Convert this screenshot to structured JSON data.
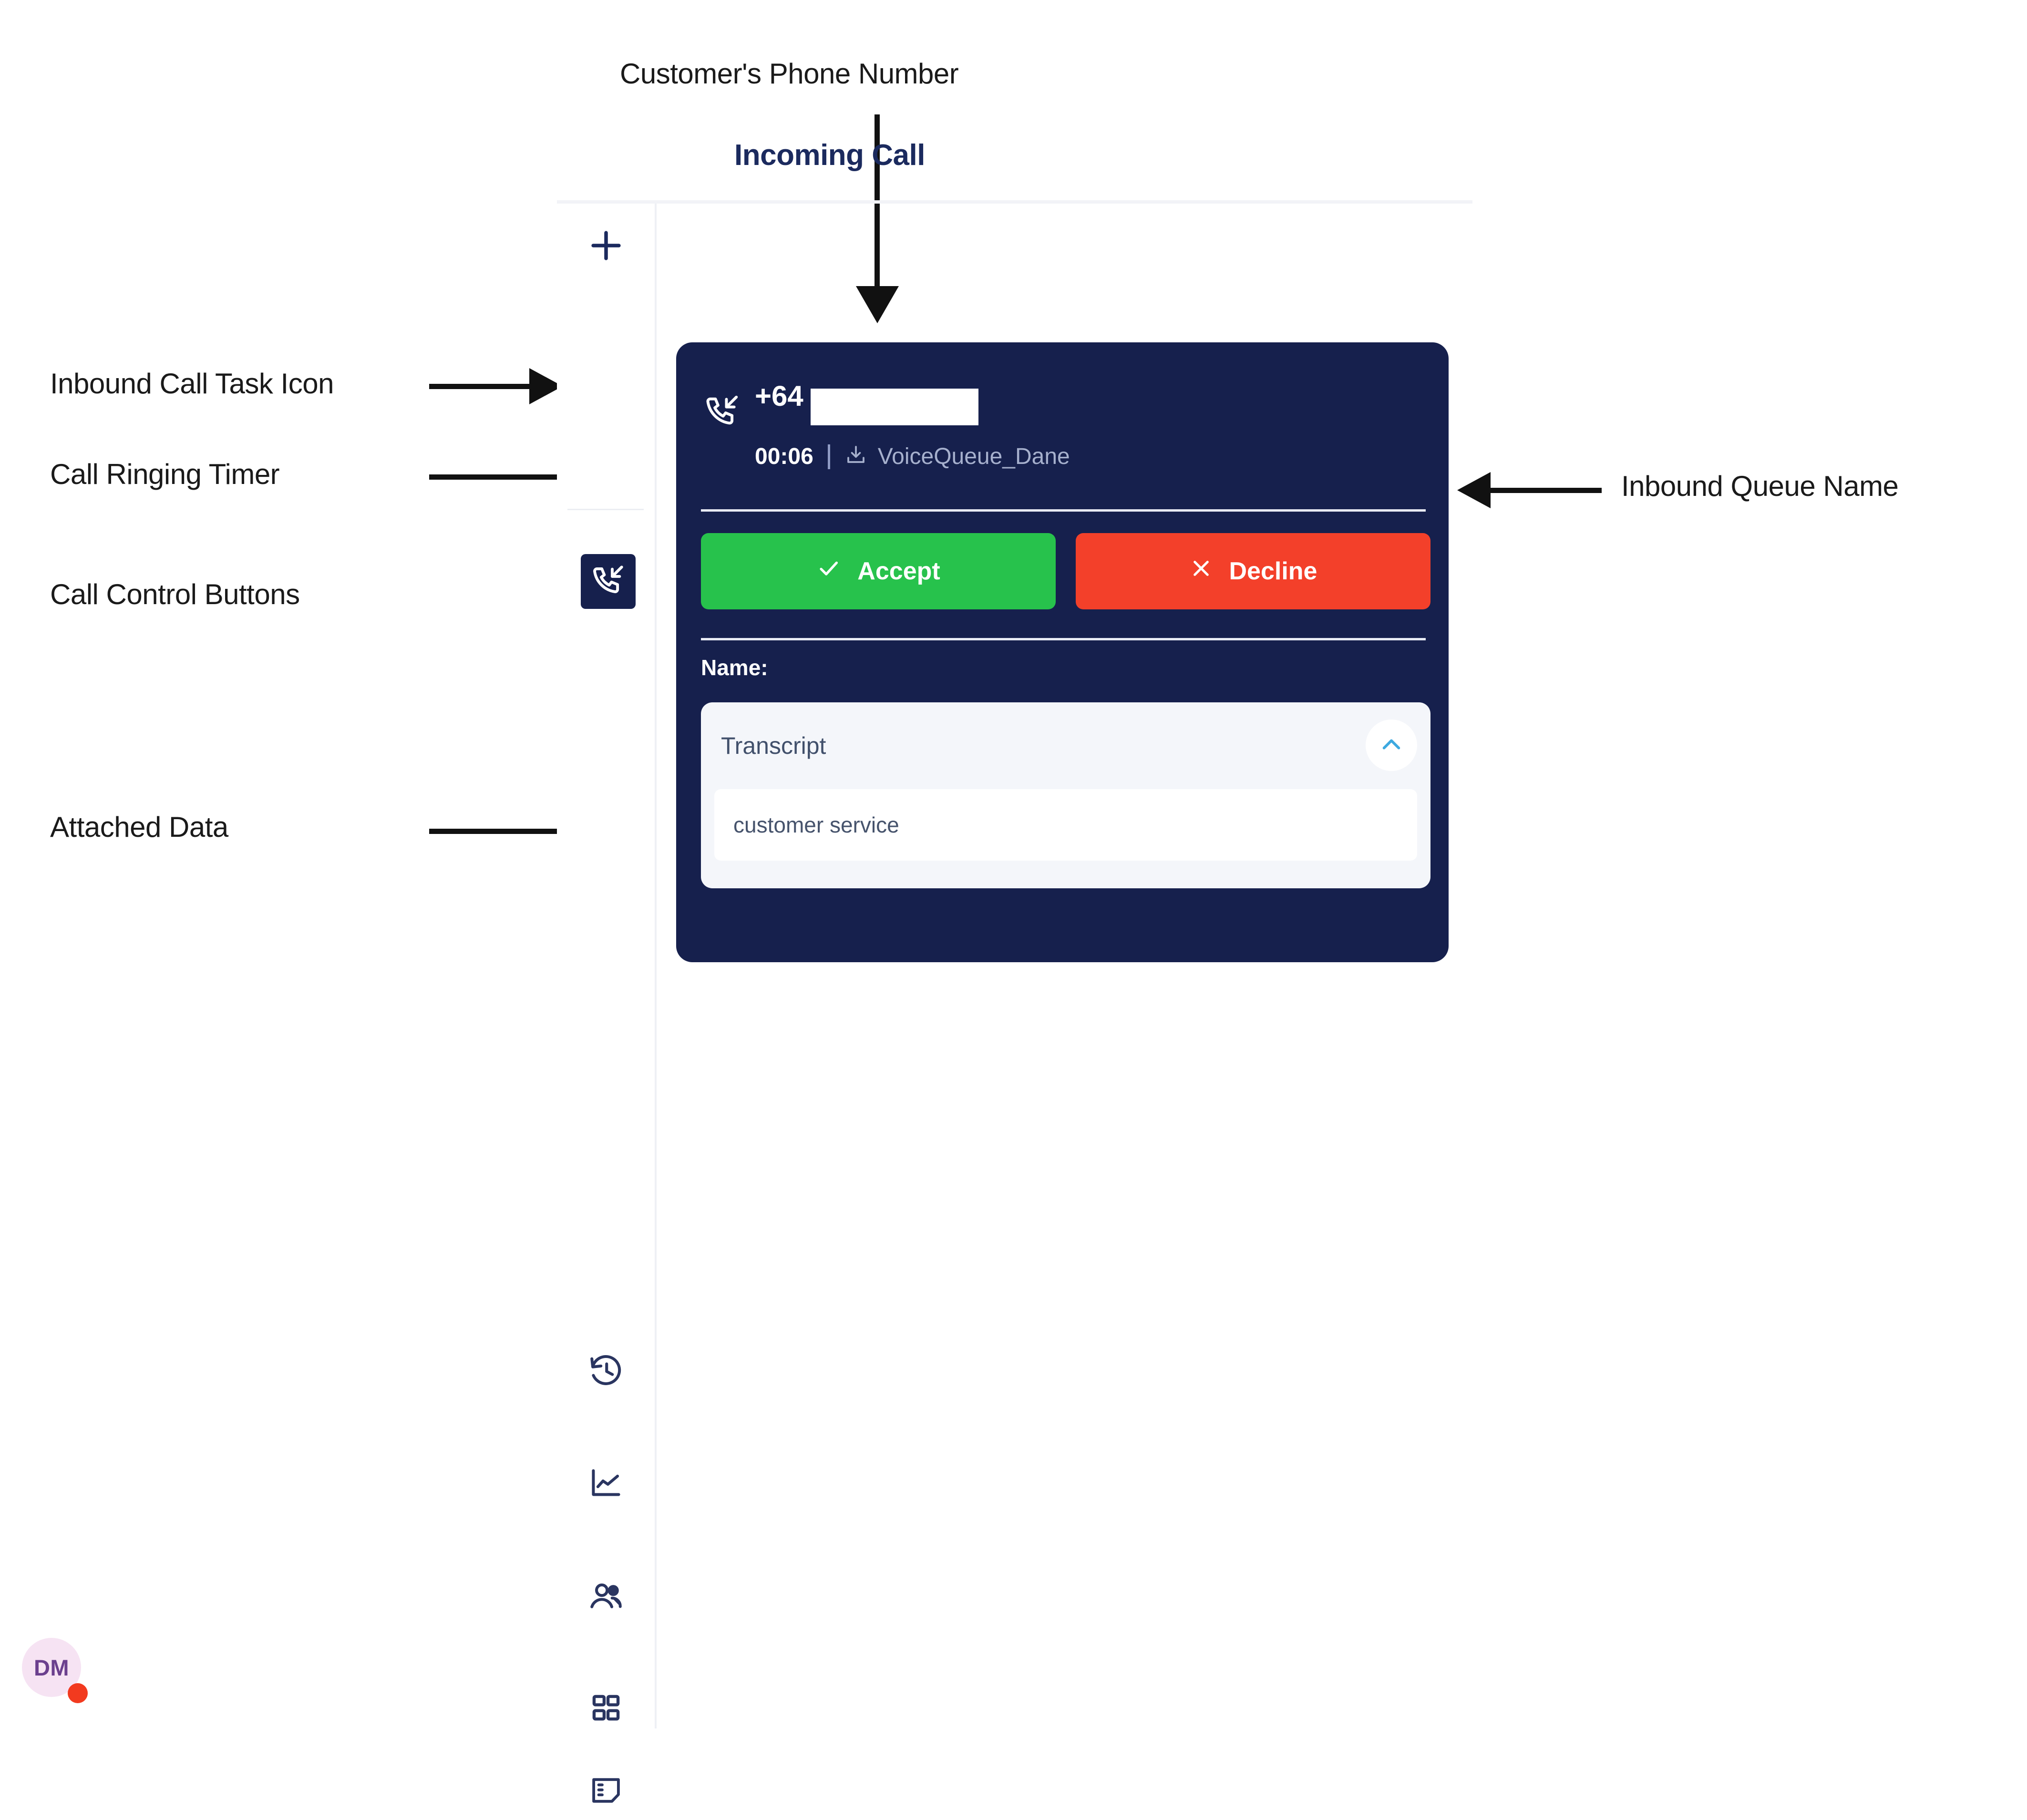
{
  "annotations": [
    {
      "key": "customer_phone_number",
      "label": "Customer's Phone Number"
    },
    {
      "key": "inbound_call_task_icon",
      "label": "Inbound Call Task Icon"
    },
    {
      "key": "call_ringing_timer",
      "label": "Call Ringing Timer"
    },
    {
      "key": "call_control_buttons",
      "label": "Call Control Buttons"
    },
    {
      "key": "attached_data",
      "label": "Attached Data"
    },
    {
      "key": "inbound_queue_name",
      "label": "Inbound Queue Name"
    }
  ],
  "app": {
    "title": "Incoming Call",
    "accent_navy": "#16204d",
    "accept_green": "#27c24c",
    "decline_red": "#f3402a",
    "chevron_blue": "#3da9e0"
  },
  "sidebar": {
    "items": [
      {
        "key": "add",
        "icon": "plus-icon",
        "label": "Add Task"
      },
      {
        "key": "task",
        "icon": "inbound-call-icon",
        "label": "Inbound Call Task",
        "selected": true
      },
      {
        "key": "history",
        "icon": "history-clock-icon",
        "label": "History"
      },
      {
        "key": "insights",
        "icon": "line-chart-icon",
        "label": "Insights"
      },
      {
        "key": "contacts",
        "icon": "people-icon",
        "label": "Contacts"
      },
      {
        "key": "apps",
        "icon": "grid-apps-icon",
        "label": "Apps"
      },
      {
        "key": "notes",
        "icon": "notes-icon",
        "label": "Notes"
      }
    ],
    "avatar": {
      "initials": "DM",
      "status": "busy",
      "status_color": "#f23a1f",
      "bg_color": "#f6e3f3"
    }
  },
  "call_card": {
    "direction_icon": "inbound-call-icon",
    "phone_number": "+64",
    "phone_number_redacted": true,
    "timer": "00:06",
    "queue_icon": "download-inbox-icon",
    "queue_name": "VoiceQueue_Dane",
    "accept_label": "Accept",
    "accept_icon": "check-icon",
    "decline_label": "Decline",
    "decline_icon": "close-x-icon",
    "name_label": "Name:",
    "name_value": "",
    "transcript": {
      "title": "Transcript",
      "collapse_icon": "chevron-up-icon",
      "value": "customer service"
    }
  }
}
